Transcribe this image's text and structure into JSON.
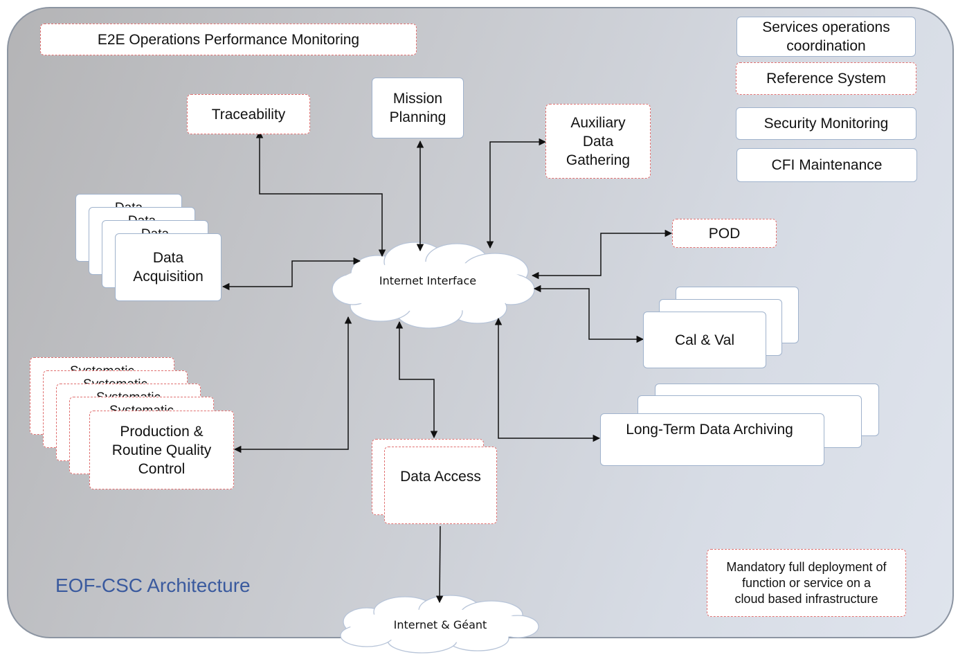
{
  "title_box": "E2E Operations Performance Monitoring",
  "architecture_label": "EOF-CSC Architecture",
  "center_cloud": "Internet Interface",
  "bottom_cloud": "Internet & Géant",
  "top_right_services": {
    "services_operations": "Services operations coordination",
    "reference_system": "Reference System",
    "security_monitoring": "Security Monitoring",
    "cfi_maintenance": "CFI Maintenance"
  },
  "nodes": {
    "traceability": "Traceability",
    "mission_planning": "Mission Planning",
    "auxiliary": "Auxiliary Data Gathering",
    "pod": "POD",
    "data_acquisition": "Data Acquisition",
    "data_acquisition_stack_label": "Data",
    "cal_val": "Cal & Val",
    "production": "Production & Routine Quality Control",
    "production_stack_label": "Systematic",
    "long_term": "Long-Term Data Archiving",
    "data_access": "Data Access"
  },
  "legend_note": "Mandatory full deployment of function or service on a cloud based infrastructure",
  "colors": {
    "solid_border": "#9fb2cc",
    "dashed_border": "#e07070",
    "label_blue": "#3a5a9e"
  }
}
